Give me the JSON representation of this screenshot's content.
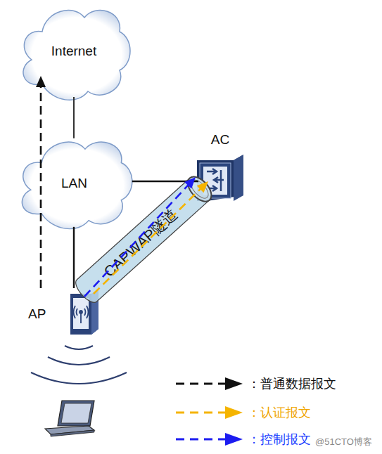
{
  "diagram": {
    "nodes": [
      {
        "text": [
          "Internet"
        ]
      },
      {
        "text": [
          "LAN"
        ]
      },
      {
        "text": [
          "AC"
        ]
      },
      {
        "text": [
          "AP"
        ]
      },
      {
        "text": [
          "CAPWAP隧道"
        ]
      }
    ],
    "edges": [
      {
        "from": 0,
        "to": 1,
        "arrow": "none"
      },
      {
        "from": 1,
        "to": 2,
        "arrow": "none"
      },
      {
        "from": 1,
        "to": 3,
        "arrow": "none"
      },
      {
        "from": 3,
        "to": 0,
        "arrow": "to"
      },
      {
        "from": 3,
        "to": 2,
        "arrow": "to"
      },
      {
        "from": 3,
        "to": 2,
        "arrow": "to"
      }
    ],
    "labels": [
      "@51CTO博客"
    ],
    "legend": [
      {
        "text": "：普通数据报文"
      },
      {
        "text": "：认证报文"
      },
      {
        "text": "：控制报文"
      }
    ]
  }
}
